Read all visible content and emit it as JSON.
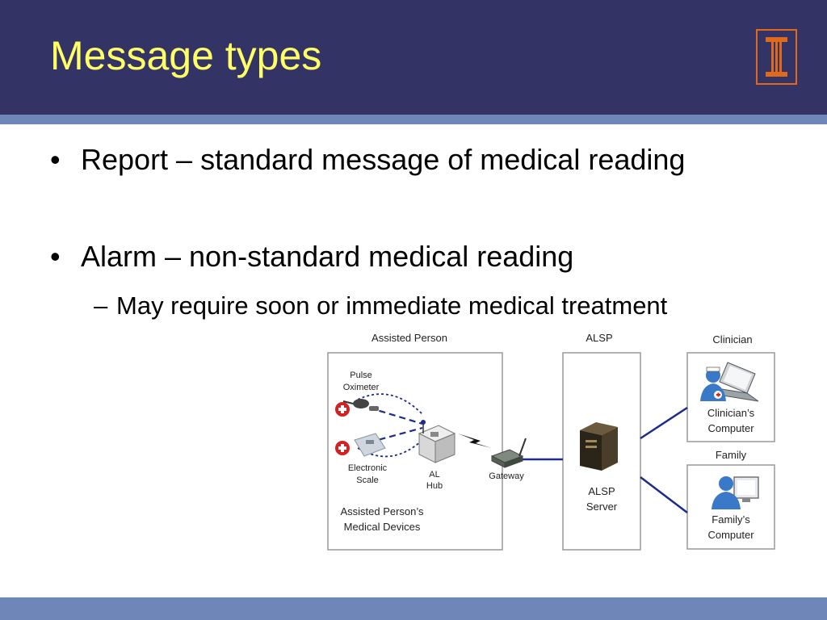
{
  "slide": {
    "title": "Message types",
    "bullets": [
      {
        "marker": "•",
        "text": "Report – standard message of medical reading"
      },
      {
        "marker": "•",
        "text": "Alarm – non-standard medical reading"
      },
      {
        "marker": "–",
        "text": "May require soon or immediate medical treatment"
      }
    ]
  },
  "diagram": {
    "assisted_person_header": "Assisted Person",
    "alsp_header": "ALSP",
    "clinician_header": "Clinician",
    "family_header": "Family",
    "pulse_line1": "Pulse",
    "pulse_line2": "Oximeter",
    "scale_line1": "Electronic",
    "scale_line2": "Scale",
    "hub_line1": "AL",
    "hub_line2": "Hub",
    "devices_line1": "Assisted Person’s",
    "devices_line2": "Medical Devices",
    "gateway_label": "Gateway",
    "server_line1": "ALSP",
    "server_line2": "Server",
    "clinician_computer_line1": "Clinician’s",
    "clinician_computer_line2": "Computer",
    "family_computer_line1": "Family’s",
    "family_computer_line2": "Computer"
  },
  "colors": {
    "header_bg": "#333366",
    "title_text": "#ffff66",
    "band": "#6f86b8",
    "logo_orange": "#e06a1c",
    "link_blue": "#1b2c8a"
  }
}
